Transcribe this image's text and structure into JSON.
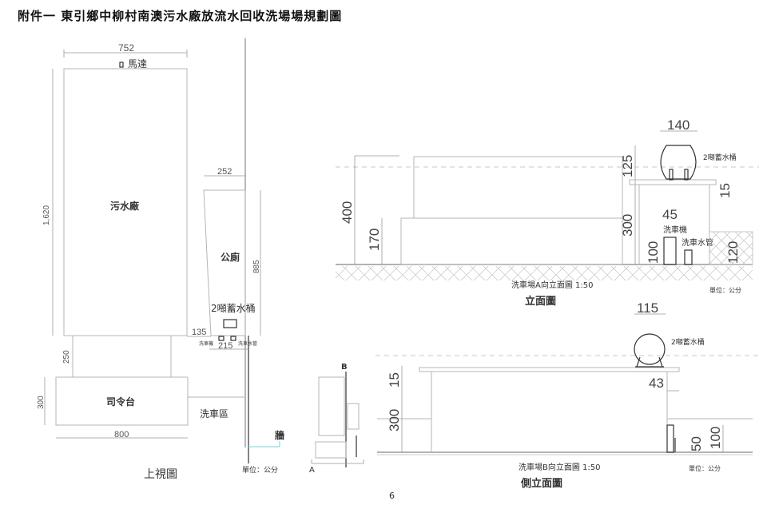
{
  "title": "附件一  東引鄉中柳村南澳污水廠放流水回收洗場場規劃圖",
  "page_number": "6",
  "top_view": {
    "caption": "上視圖",
    "unit_note": "單位：公分",
    "labels": {
      "motor": "馬達",
      "plant": "污水廠",
      "toilet": "公廁",
      "tank": "2噸蓄水桶",
      "stage": "司令台",
      "wash_area": "洗車區",
      "wall": "牆",
      "washer": "洗車機",
      "pipe": "洗車水管"
    },
    "dims": {
      "plant_width": "752",
      "plant_length": "1,620",
      "toilet_width": "252",
      "toilet_length": "885",
      "offset_135": "135",
      "width_215": "215",
      "gap_250": "250",
      "stage_depth": "300",
      "stage_width": "800"
    },
    "markers": {
      "a": "A",
      "b": "B"
    }
  },
  "elevation_a": {
    "caption": "立面圖",
    "subcaption": "洗車場A向立面圖 1:50",
    "unit_note": "單位：公分",
    "labels": {
      "tank": "2噸蓄水桶",
      "washer": "洗車機",
      "pipe": "洗車水管"
    },
    "dims": {
      "tank_width": "140",
      "tank_height": "125",
      "slab": "15",
      "building_height": "400",
      "lower_height": "170",
      "wall_height": "300",
      "washer_width": "45",
      "washer_height": "100",
      "fence_height": "120"
    }
  },
  "elevation_b": {
    "caption": "側立面圖",
    "subcaption": "洗車場B向立面圖 1:50",
    "unit_note": "單位：公分",
    "labels": {
      "tank": "2噸蓄水桶"
    },
    "dims": {
      "tank_width": "115",
      "slab": "15",
      "wall_height": "300",
      "offset_43": "43",
      "pipe_height": "50",
      "washer_height": "100"
    }
  }
}
